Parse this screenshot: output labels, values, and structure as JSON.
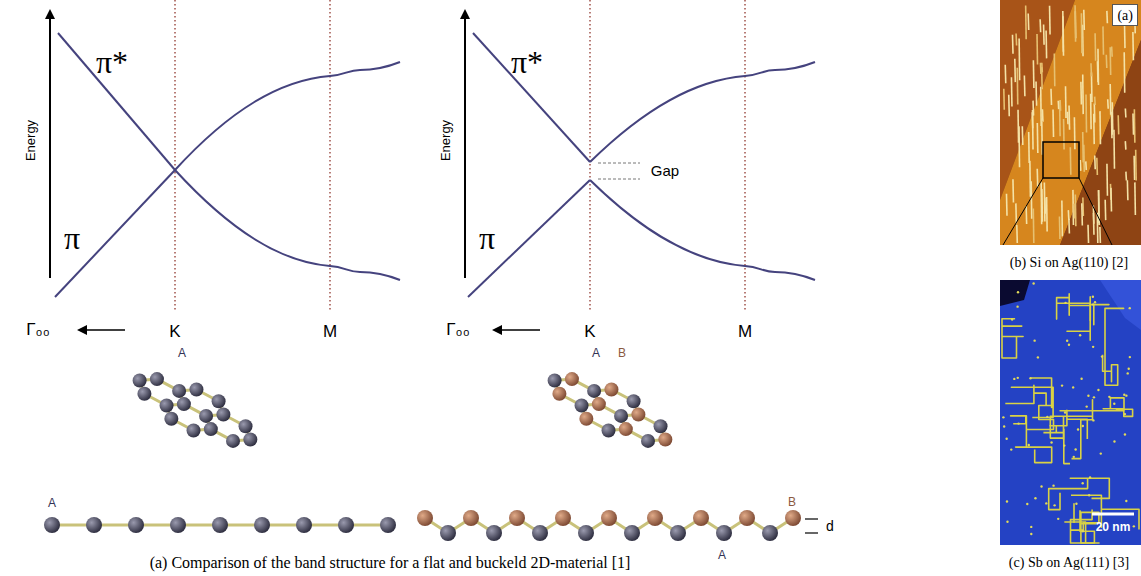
{
  "diagram": {
    "nodes": [
      {
        "text": [
          "(a)"
        ]
      }
    ],
    "labels": [
      "π*",
      "π",
      "Energy",
      "Γ₀₀",
      "K",
      "M",
      "π*",
      "π",
      "Energy",
      "Gap",
      "Γ₀₀",
      "K",
      "M",
      "A",
      "A",
      "A",
      "B",
      "B",
      "A",
      "d",
      "(a) Comparison of the band structure for a flat and buckeld 2D-material [1]",
      "(b) Si on Ag(110) [2]",
      "20 nm",
      "(c) Sb on Ag(111) [3]"
    ]
  }
}
